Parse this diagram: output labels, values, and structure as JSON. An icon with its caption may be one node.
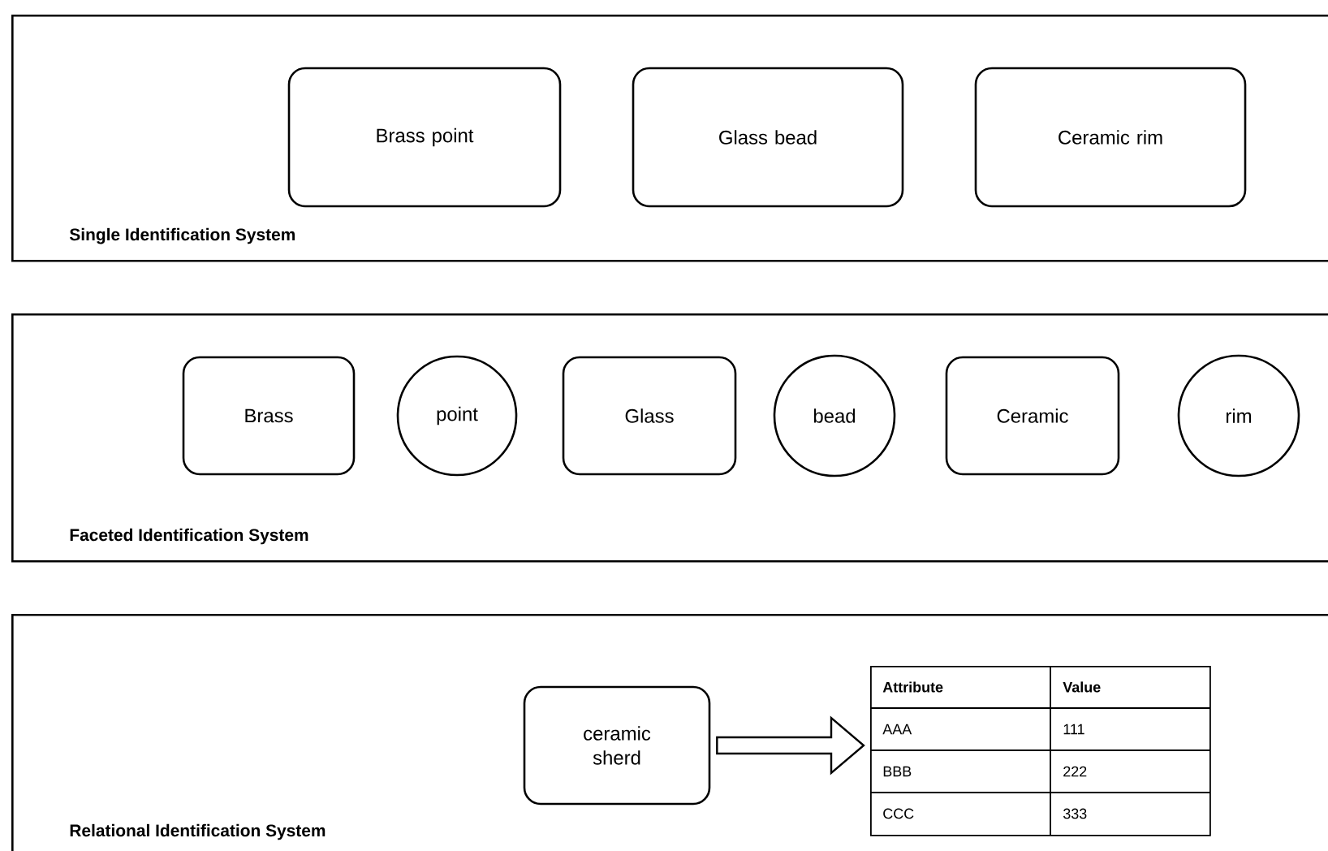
{
  "diagram": {
    "nodes": [
      {
        "text": [
          "Single Identification System"
        ]
      },
      {
        "text": [
          "Brass point"
        ],
        "in": 0
      },
      {
        "text": [
          "Glass bead"
        ],
        "in": 0
      },
      {
        "text": [
          "Ceramic rim"
        ],
        "in": 0
      },
      {
        "text": [
          "Faceted Identification System"
        ]
      },
      {
        "text": [
          "Brass"
        ],
        "in": 4
      },
      {
        "text": [
          "point"
        ],
        "in": 4
      },
      {
        "text": [
          "Glass"
        ],
        "in": 4
      },
      {
        "text": [
          "bead"
        ],
        "in": 4
      },
      {
        "text": [
          "Ceramic"
        ],
        "in": 4
      },
      {
        "text": [
          "rim"
        ],
        "in": 4
      },
      {
        "text": [
          "Relational Identification System"
        ]
      },
      {
        "text": [
          "ceramic sherd"
        ],
        "in": 11
      },
      {
        "text": [
          "Attribute",
          "Value",
          "AAA",
          "111",
          "BBB",
          "222",
          "CCC",
          "333"
        ],
        "in": 11
      }
    ],
    "edges": [
      {
        "from": 12,
        "to": 13,
        "arrow": "to"
      }
    ]
  }
}
